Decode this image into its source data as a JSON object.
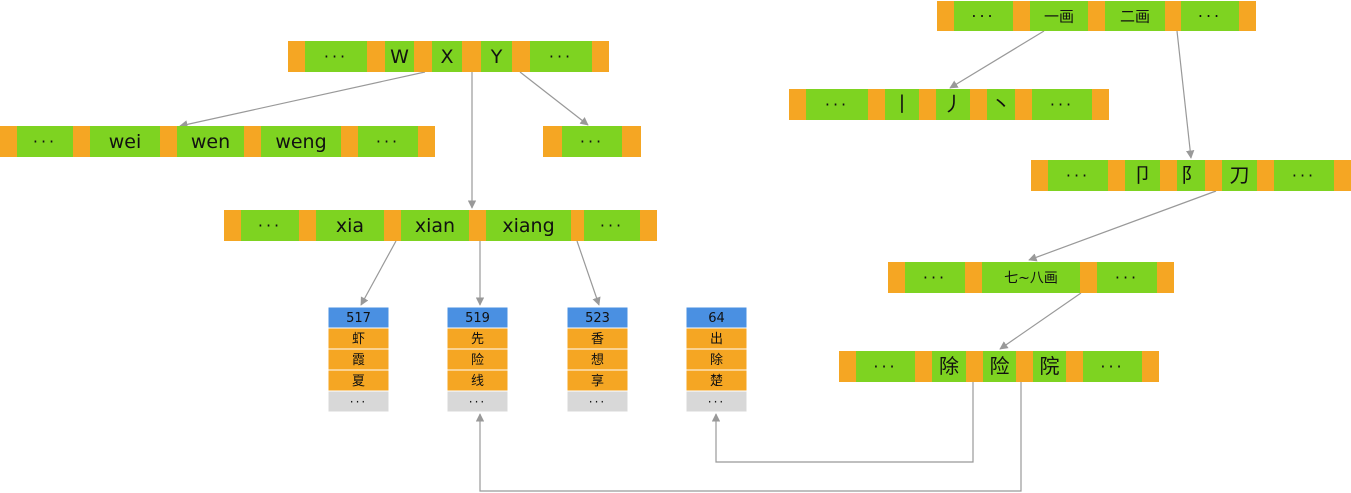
{
  "colors": {
    "separator": "#F5A623",
    "key_cell": "#7ED321",
    "page_header": "#4A90E2",
    "page_row": "#F5A623",
    "page_more": "#D8D8D8",
    "cell_border": "#6F8F2A",
    "arrow": "#999999"
  },
  "index_nodes": [
    {
      "id": "pinyin-initial",
      "keys": [
        "···",
        "W",
        "X",
        "Y",
        "···"
      ]
    },
    {
      "id": "pinyin-w",
      "keys": [
        "···",
        "wei",
        "wen",
        "weng",
        "···"
      ]
    },
    {
      "id": "pinyin-y",
      "keys": [
        "···"
      ]
    },
    {
      "id": "pinyin-x",
      "keys": [
        "···",
        "xia",
        "xian",
        "xiang",
        "···"
      ]
    },
    {
      "id": "stroke-count",
      "keys": [
        "···",
        "一画",
        "二画",
        "···"
      ]
    },
    {
      "id": "radical-1",
      "keys": [
        "···",
        "丨",
        "丿",
        "丶",
        "···"
      ]
    },
    {
      "id": "radical-2",
      "keys": [
        "···",
        "卩",
        "阝",
        "刀",
        "···"
      ]
    },
    {
      "id": "stroke-range",
      "keys": [
        "···",
        "七~八画",
        "···"
      ]
    },
    {
      "id": "char-leaf",
      "keys": [
        "···",
        "除",
        "险",
        "院",
        "···"
      ]
    }
  ],
  "pages": [
    {
      "id": "page-517",
      "number": "517",
      "chars": [
        "虾",
        "霞",
        "夏"
      ],
      "more": "···"
    },
    {
      "id": "page-519",
      "number": "519",
      "chars": [
        "先",
        "险",
        "线"
      ],
      "more": "···"
    },
    {
      "id": "page-523",
      "number": "523",
      "chars": [
        "香",
        "想",
        "享"
      ],
      "more": "···"
    },
    {
      "id": "page-64",
      "number": "64",
      "chars": [
        "出",
        "除",
        "楚"
      ],
      "more": "···"
    }
  ]
}
